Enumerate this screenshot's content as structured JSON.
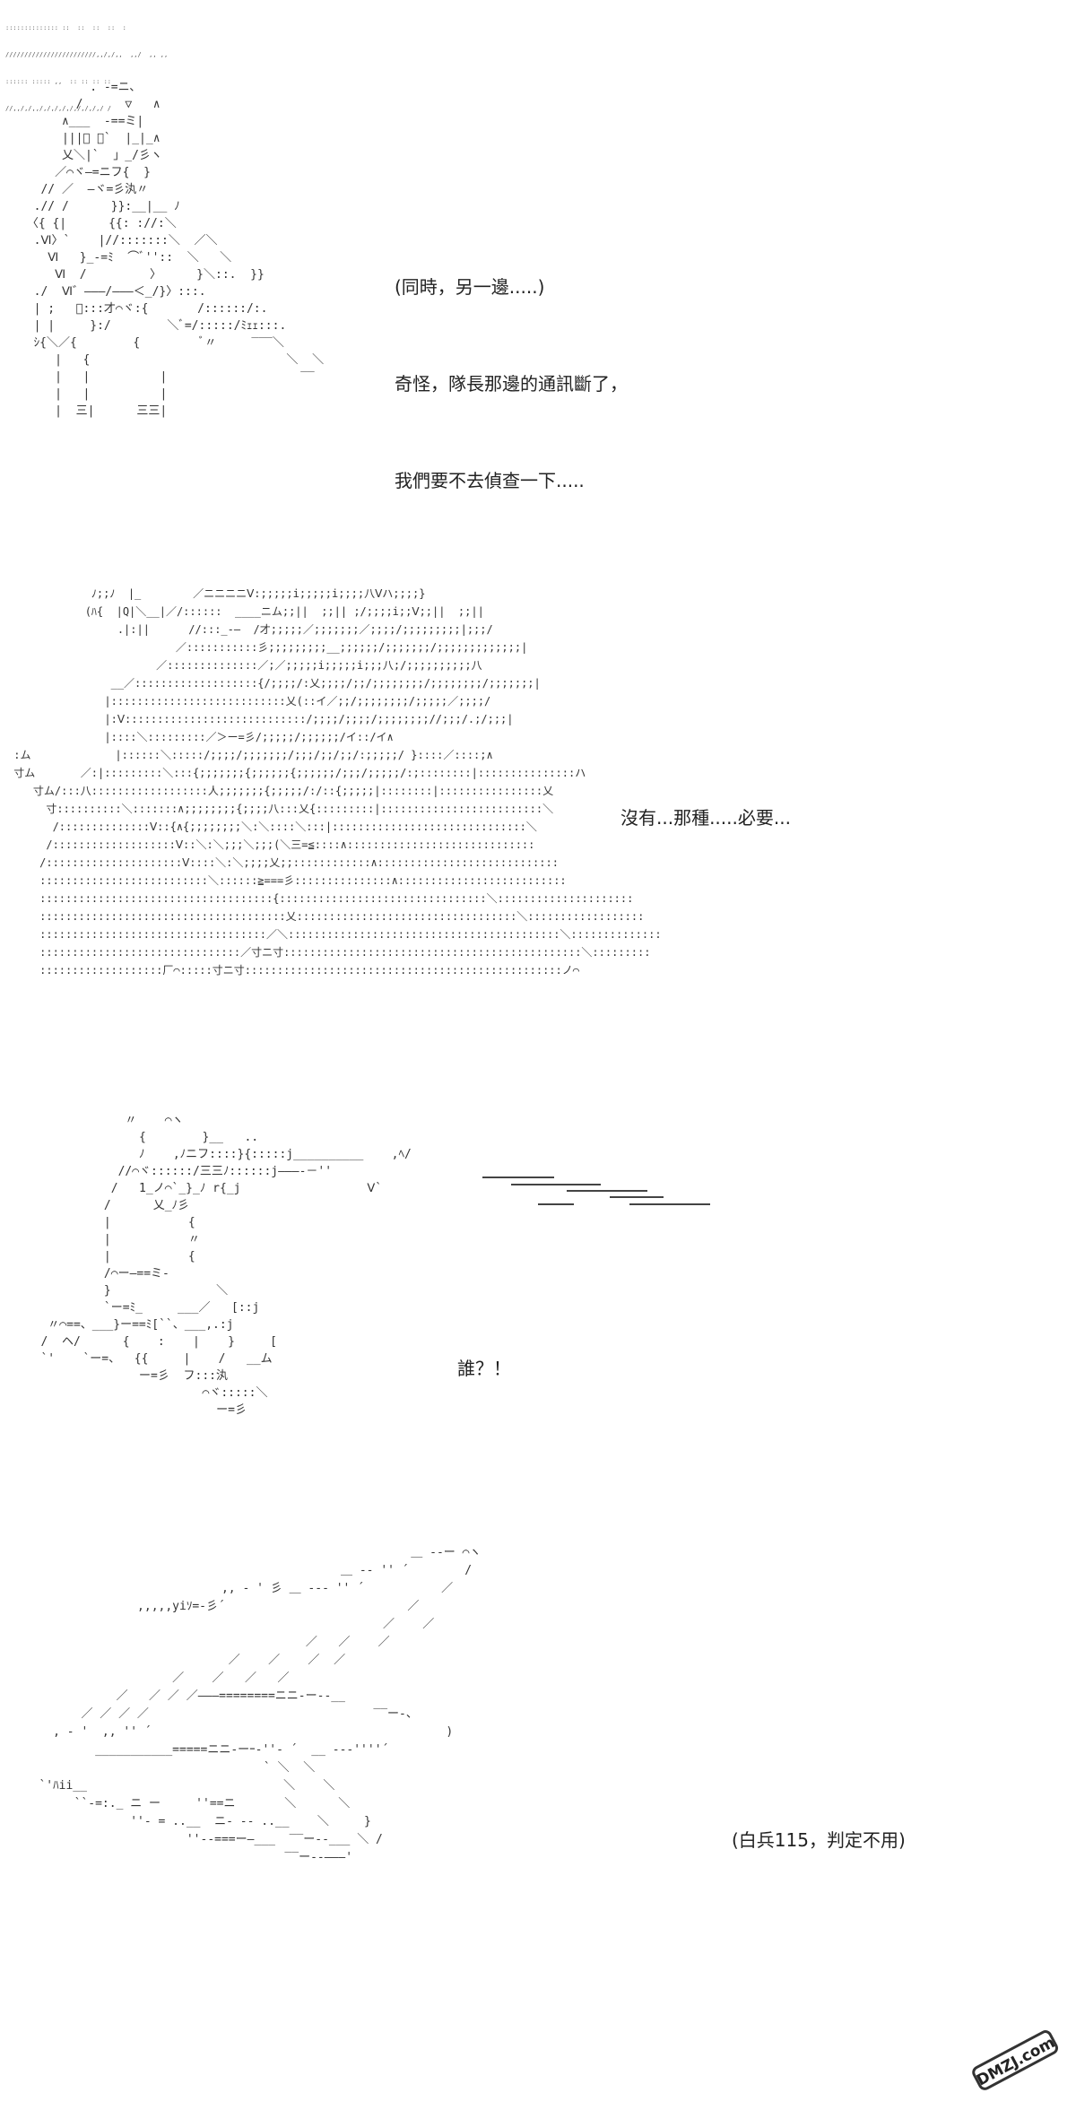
{
  "header_dots": [
    ":::::::::::::: ::  ::  ::  ::  :",
    "////////////////////////,,/,/,,  ,,/  ,, ,,",
    ":::::: ::::: ,,  :: :: :: ::",
    "//,,/,/,,/,/,/,/,/,/,/,/,/ /"
  ],
  "panel1": {
    "speech": [
      "(同時，另一邊.....)",
      "奇怪，隊長那邊的通訊斷了，",
      "我們要不去偵查一下....."
    ],
    "art": [
      "          . -=ニ､",
      "        /      ▽   ∧",
      "      ∧___  -==ミ|",
      "      |||ﾟ ﾞ`  |_|_∧",
      "      乂＼|`  」_/彡ヽ",
      "     ／⌒ヾ―=ニフ{  }",
      "   // ／  ―ヾ=彡汍〃",
      "  .// /      }}:__|__ ﾉ",
      " 〈{ {|      {{: ://:＼",
      "  .Ⅵ〉`    |//:::::::＼  ／＼",
      "    Ⅵ   }_-=ﾐ  ⌒ﾞ''::  ＼   ＼",
      "     Ⅵ  /         〉     }＼::.  }}",
      "  ./  Ⅵ゛―――/―――＜_/}〉:::.",
      "  | ;   ﾞ:::才⌒ヾ:{       /::::::/:.",
      "  | |     }:/        ＼ﾞ=/:::::/ﾐｪｪ:::.",
      "  ｼ{＼／{        {         ﾞ〃     ‾‾‾＼",
      "     |   {                            ＼  ＼",
      "     |   |          |                   ‾‾",
      "     |   |          |",
      "     |  三|      三三|"
    ]
  },
  "panel2": {
    "speech": [
      "沒有...那種.....必要..."
    ],
    "art": [
      "             ﾉ;;ﾉ  |_        ／ニニニニⅤ:;;;;;i;;;;;i;;;;八Ⅴハ;;;;}",
      "            (ﾊ{  |Q|＼__|／/::::::  ____ニム;;||  ;;|| ;/;;;;i;;Ⅴ;;||  ;;||",
      "                 .|:||      //:::_-―  /才;;;;;／;;;;;;;／;;;;/;;;;;;;;;|;;;/",
      "                          ／:::::::::::彡;;;;;;;;;__;;;;;;/;;;;;;;/;;;;;;;;;;;;;|",
      "                       ／::::::::::::::／;／;;;;;i;;;;;i;;;八;/;;;;;;;;;;八",
      "                __／:::::::::::::::::::{/;;;;/:乂;;;;/;;/;;;;;;;;/;;;;;;;;/;;;;;;;|",
      "               |:::::::::::::::::::::::::::乂(::イ／;;/;;;;;;;;/;;;;;／;;;;/",
      "               |:Ⅴ::::::::::::::::::::::::::::/;;;;/;;;;/;;;;;;;;//;;;/.;/;;;|",
      "               |::::＼:::::::::／＞ー=彡/;;;;;/;;;;;;/イ::/イ∧",
      " :ム             |::::::＼:::::/;;;;/;;;;;;;/;;;/;;/;;/:;;;;;/ }::::／::::;∧",
      " 寸ム       ／:|:::::::::＼:::{;;;;;;;{;;;;;;{;;;;;;/;;;/;;;;;/:;::::::::|:::::::::::::::ハ",
      "    寸ム/:::八::::::::::::::::::人;;;;;;;{;;;;;/:/::{;;;;;|::::::::|::::::::::::::::乂",
      "      寸::::::::::＼:::::::∧;;;;;;;;{;;;;八:::乂{:::::::::|:::::::::::::::::::::::::＼",
      "       /::::::::::::::Ⅴ::{∧{;;;;;;;;＼:＼::::＼:::|::::::::::::::::::::::::::::::＼",
      "      /:::::::::::::::::::Ⅴ::＼:＼;;;＼;;;(＼三=≦::::∧:::::::::::::::::::::::::::::",
      "     /:::::::::::::::::::::Ⅴ::::＼:＼;;;;乂;;::::::::::::∧::::::::::::::::::::::::::::",
      "     ::::::::::::::::::::::::::＼::::::≧===彡:::::::::::::::∧::::::::::::::::::::::::::",
      "     ::::::::::::::::::::::::::::::::::::{::::::::::::::::::::::::::::::::＼:::::::::::::::::::::",
      "     ::::::::::::::::::::::::::::::::::::::乂::::::::::::::::::::::::::::::::::＼::::::::::::::::::",
      "     :::::::::::::::::::::::::::::::::::／＼::::::::::::::::::::::::::::::::::::::::::＼::::::::::::::",
      "     :::::::::::::::::::::::::::::::／寸ニ寸::::::::::::::::::::::::::::::::::::::::::::::＼:::::::::",
      "     :::::::::::::::::::厂⌒:::::寸ニ寸:::::::::::::::::::::::::::::::::::::::::::::::::ノ⌒"
    ]
  },
  "panel3": {
    "speech": [
      "誰？！"
    ],
    "art": [
      "               〃    ⌒ヽ",
      "                 {        }__   ..",
      "                 ﾉ    ,ﾉニフ::::}{:::::j__________    ,ﾍ/",
      "              //⌒ヾ::::::/三三ﾉ::::::j―――-－''      ",
      "             /   1_ノ⌒`_}_ﾉ r{_j                  Ⅴ`",
      "            /      乂_ﾉ彡",
      "            |           {",
      "            |           〃",
      "            |           {",
      "            /⌒ー―==ミ-",
      "            }               ＼",
      "            `ー=ﾐ_     ___／   [::j",
      "    〃⌒==、___}ー==ﾐ[``、___,.:j",
      "   /  ヘ/      {    :    |    }     [",
      "   `'    `ー=、  {{     |    /   __ム",
      "                 ー=彡  フ:::汍",
      "                          ⌒ヾ:::::＼",
      "                            ー=彡"
    ]
  },
  "panel4": {
    "speech": [
      "(白兵115，判定不用)"
    ],
    "art": [
      "                                                        ＿ -‐ー ⌒ヽ",
      "                                              ＿ -‐ '' ´        /",
      "                             ,, - ' 彡 ＿ -‐‐ '' ´           ／",
      "                 ,,,,,yiｿ=-彡´                          ／",
      "                                                    ／    ／",
      "                                         ／   ／    ／",
      "                              ／    ／    ／  ／",
      "                      ／    ／   ／   ／",
      "              ／   ／ ／ ／―――========ニニ‐ー--__",
      "         ／ ／ ／ ／                                ‾‾ー-、",
      "     , ‐ '  ,, '' ´                                          )",
      "           ___________=====ニニ‐ーｰ‐''‐ ´  __ --‐''''´",
      "                                   ` ＼  ＼",
      "   `'ﾊii__                            ＼    ＼",
      "        ``‐=:._ ニ ー     ''==ニ       ＼      ＼",
      "                ''‐ = ..__  ニ‐ -- ..__    ＼     }",
      "                        ''‐‐===ー―___  ‾‾ー--___ ＼ /",
      "                                      ‾‾ー--―――'"
    ]
  },
  "watermark": "DMZJ.com"
}
